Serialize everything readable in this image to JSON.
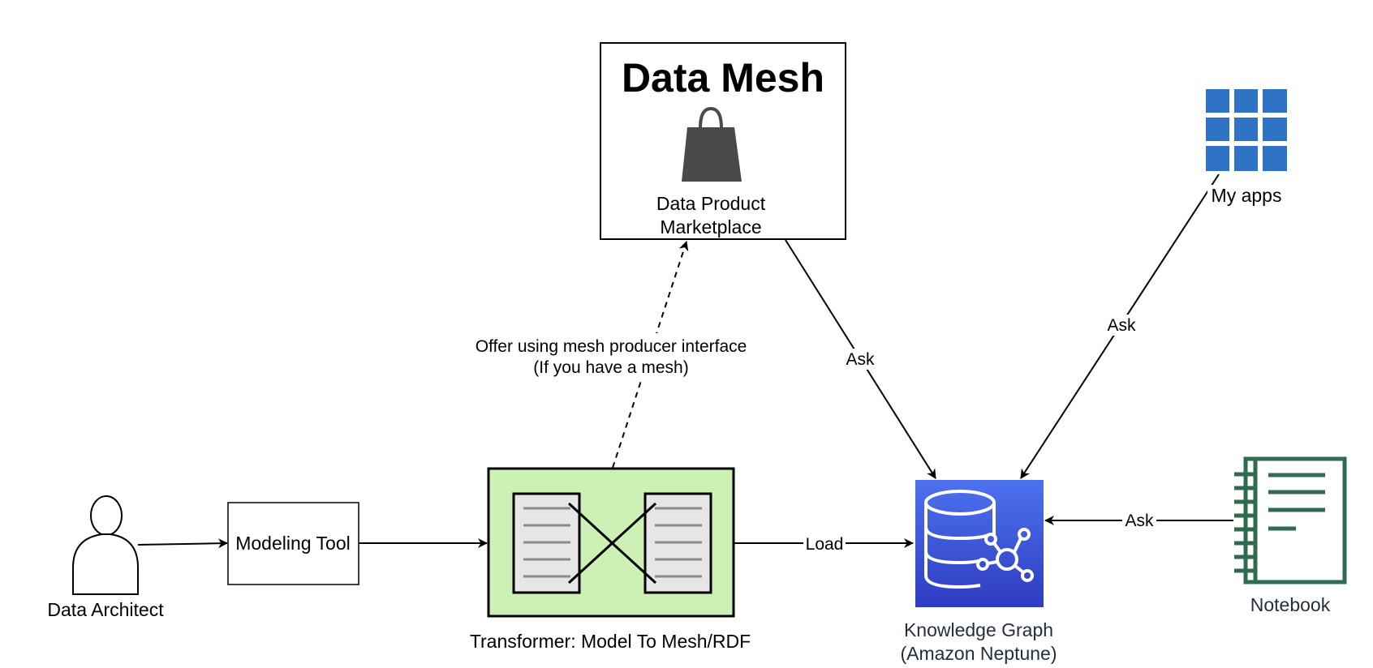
{
  "data_mesh": {
    "title": "Data Mesh",
    "marketplace_line1": "Data Product",
    "marketplace_line2": "Marketplace",
    "icon": "shopping-bag-icon"
  },
  "my_apps": {
    "label": "My apps",
    "icon": "grid-apps-icon",
    "color": "#2e73c4"
  },
  "data_architect": {
    "label": "Data Architect",
    "icon": "user-icon"
  },
  "modeling_tool": {
    "label": "Modeling Tool"
  },
  "transformer": {
    "label": "Transformer: Model To Mesh/RDF",
    "fill": "#cdf0b5",
    "icon": "transform-documents-icon"
  },
  "knowledge_graph": {
    "line1": "Knowledge Graph",
    "line2": "(Amazon Neptune)",
    "icon": "neptune-database-icon",
    "gradient_top": "#4d72f0",
    "gradient_bottom": "#2e3cc1"
  },
  "notebook": {
    "label": "Notebook",
    "icon": "notebook-icon",
    "color": "#2e6b4f"
  },
  "edges": {
    "offer_line1": "Offer using mesh producer interface",
    "offer_line2": "(If you have a mesh)",
    "load": "Load",
    "ask_mesh": "Ask",
    "ask_apps": "Ask",
    "ask_notebook": "Ask"
  }
}
